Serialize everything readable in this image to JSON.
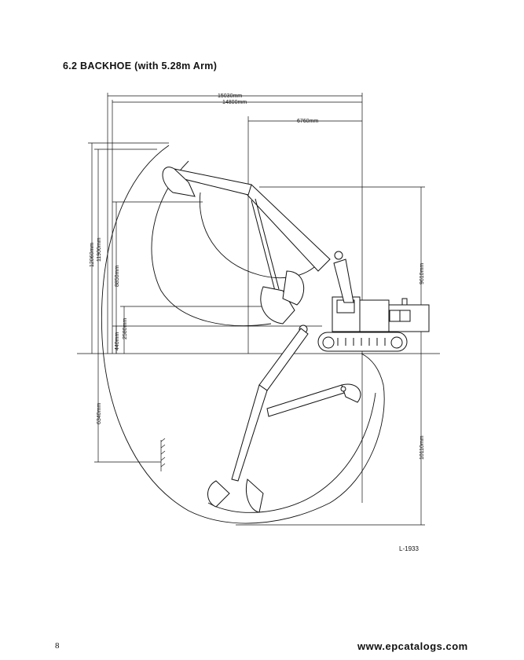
{
  "header": {
    "title": "6.2  BACKHOE (with 5.28m Arm)"
  },
  "dimensions": {
    "max_reach": "15030mm",
    "max_reach_ground": "14800mm",
    "min_swing_radius": "6760mm",
    "max_cutting_height": "12060mm",
    "max_dumping_height_top": "11900mm",
    "max_dumping_height": "8850mm",
    "min_dumping_height": "2580mm",
    "cab_height": "440mm",
    "max_vertical_wall_depth": "6340mm",
    "boom_height": "9610mm",
    "max_digging_depth": "10110mm"
  },
  "figure_code": "L-1933",
  "footer": {
    "page_number": "8",
    "watermark": "www.epcatalogs.com"
  }
}
